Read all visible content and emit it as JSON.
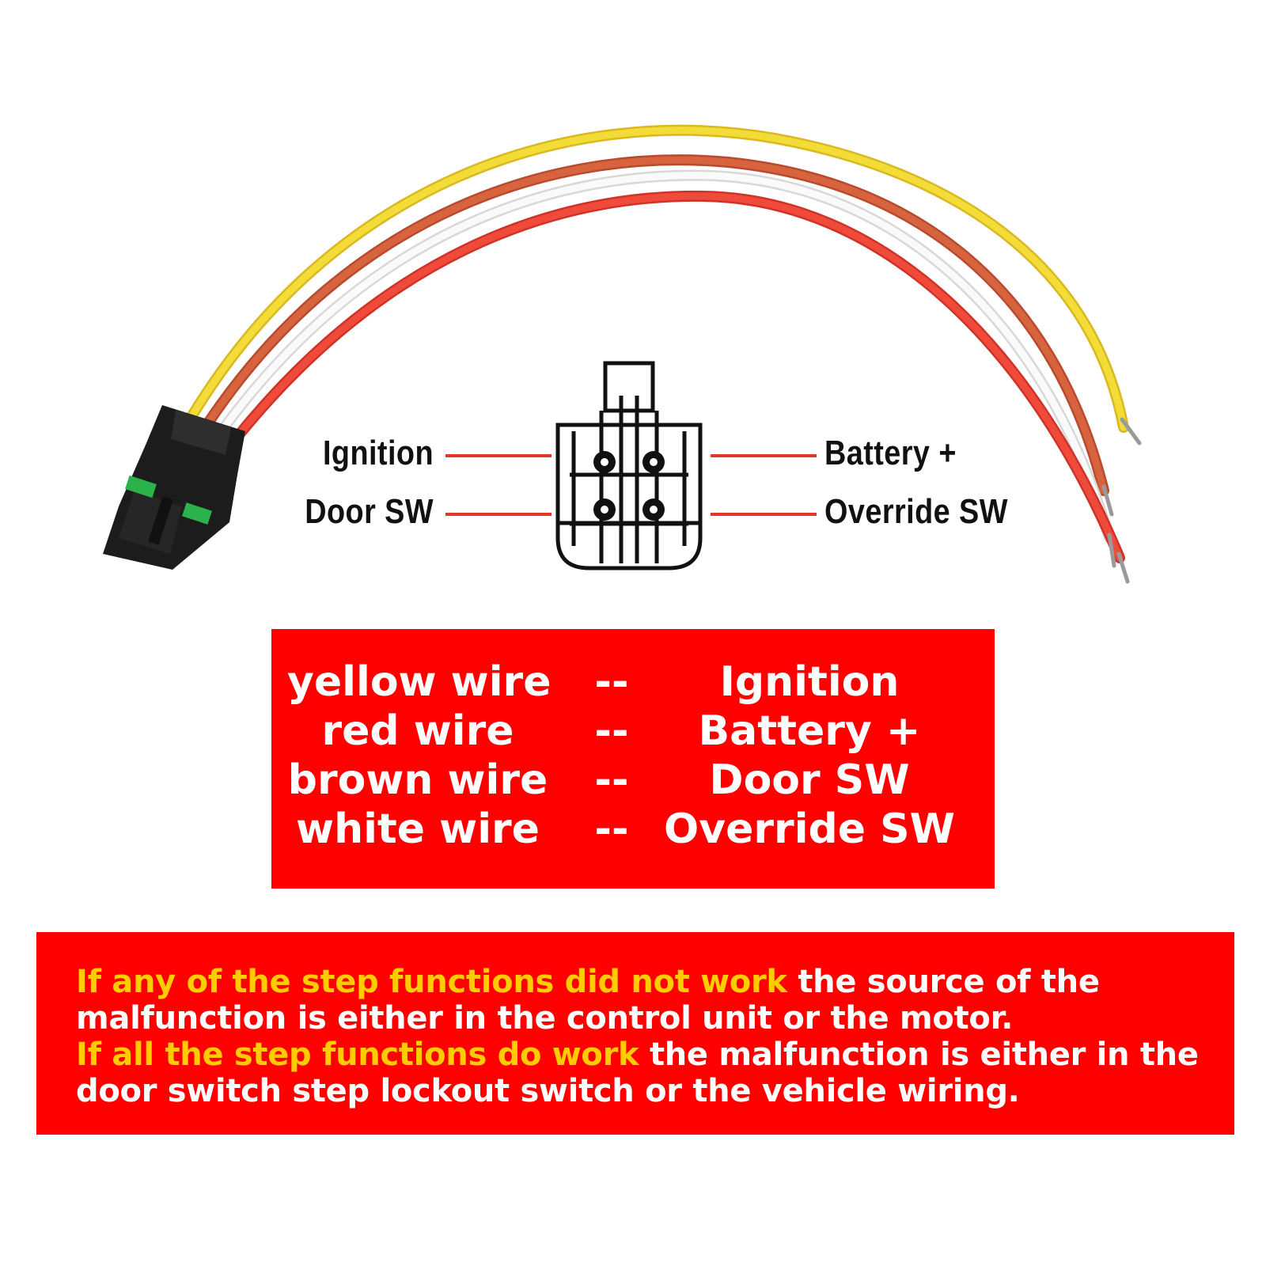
{
  "pin_labels": {
    "top_left": "Ignition",
    "bottom_left": "Door SW",
    "top_right": "Battery +",
    "bottom_right": "Override SW"
  },
  "wire_table": [
    {
      "wire": "yellow wire",
      "sep": "--",
      "function": "Ignition"
    },
    {
      "wire": "red wire",
      "sep": "--",
      "function": "Battery +"
    },
    {
      "wire": "brown wire",
      "sep": "--",
      "function": "Door SW"
    },
    {
      "wire": "white wire",
      "sep": "--",
      "function": "Override SW"
    }
  ],
  "note": {
    "line1_highlight": "If any of the step functions did not work",
    "line1_rest": " the source of the",
    "line2": "malfunction is either in the control unit or the motor.",
    "line3_highlight": "If all the step functions do work",
    "line3_rest": " the malfunction is either in the",
    "line4": "door switch step lockout switch or the vehicle wiring."
  },
  "colors": {
    "yellow_wire": "#f2d62e",
    "red_wire": "#e9473a",
    "brown_wire": "#cf5b3c",
    "white_wire": "#f4f4f4",
    "box_red": "#ff0000",
    "highlight_yellow": "#ffcc00"
  }
}
